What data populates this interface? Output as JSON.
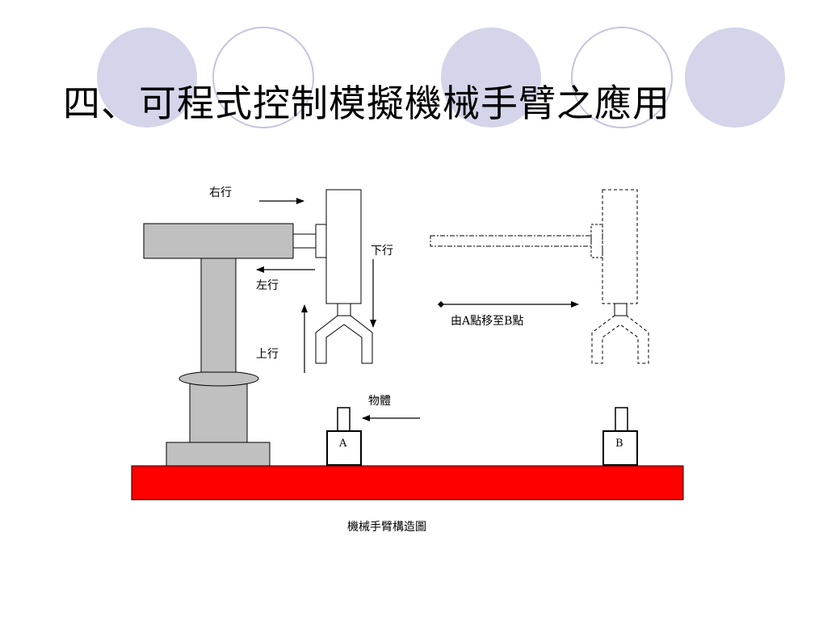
{
  "slide": {
    "title": "四、可程式控制模擬機械手臂之應用"
  },
  "diagram": {
    "labels": {
      "move_right": "右行",
      "move_left": "左行",
      "move_down": "下行",
      "move_up": "上行",
      "object": "物體",
      "transfer": "由A點移至B點",
      "point_a": "A",
      "point_b": "B",
      "caption": "機械手臂構造圖"
    },
    "colors": {
      "base_red": "#ff0000",
      "machine_gray": "#c0c0c0",
      "decor_circle_fill": "#d4d4ea",
      "decor_circle_stroke": "#b8b8d8"
    }
  }
}
